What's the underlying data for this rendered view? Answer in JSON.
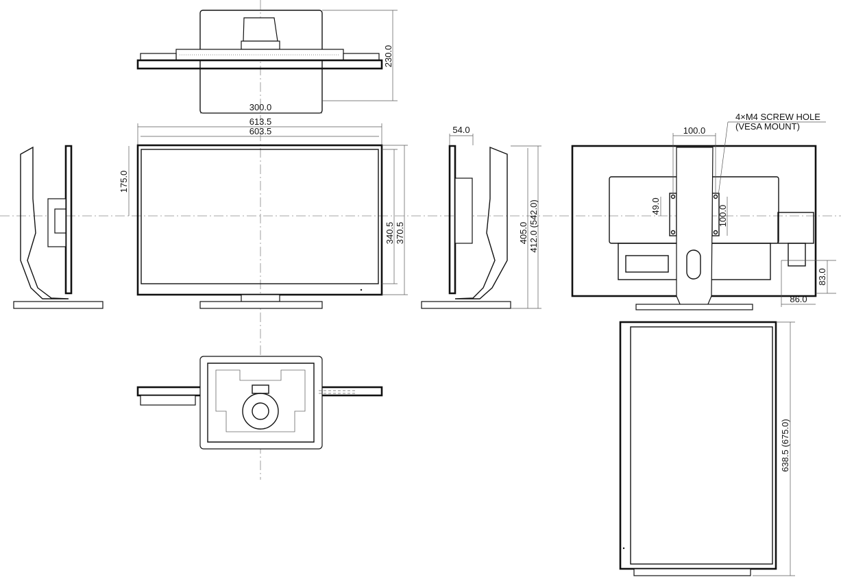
{
  "title": "Monitor dimension drawing",
  "dimensions": {
    "stand_depth": "230.0",
    "stand_width": "300.0",
    "overall_width": "613.5",
    "panel_width": "603.5",
    "center_height": "175.0",
    "screen_height": "340.5",
    "panel_height": "370.5",
    "depth": "54.0",
    "min_height": "405.0",
    "max_height": "412.0 (542.0)",
    "vesa_h": "100.0",
    "vesa_v": "100.0",
    "vesa_offset": "49.0",
    "port_height": "83.0",
    "port_offset": "86.0",
    "portrait_height": "638.5 (675.0)"
  },
  "annotations": {
    "vesa_line1": "4×M4 SCREW HOLE",
    "vesa_line2": "(VESA MOUNT)"
  }
}
